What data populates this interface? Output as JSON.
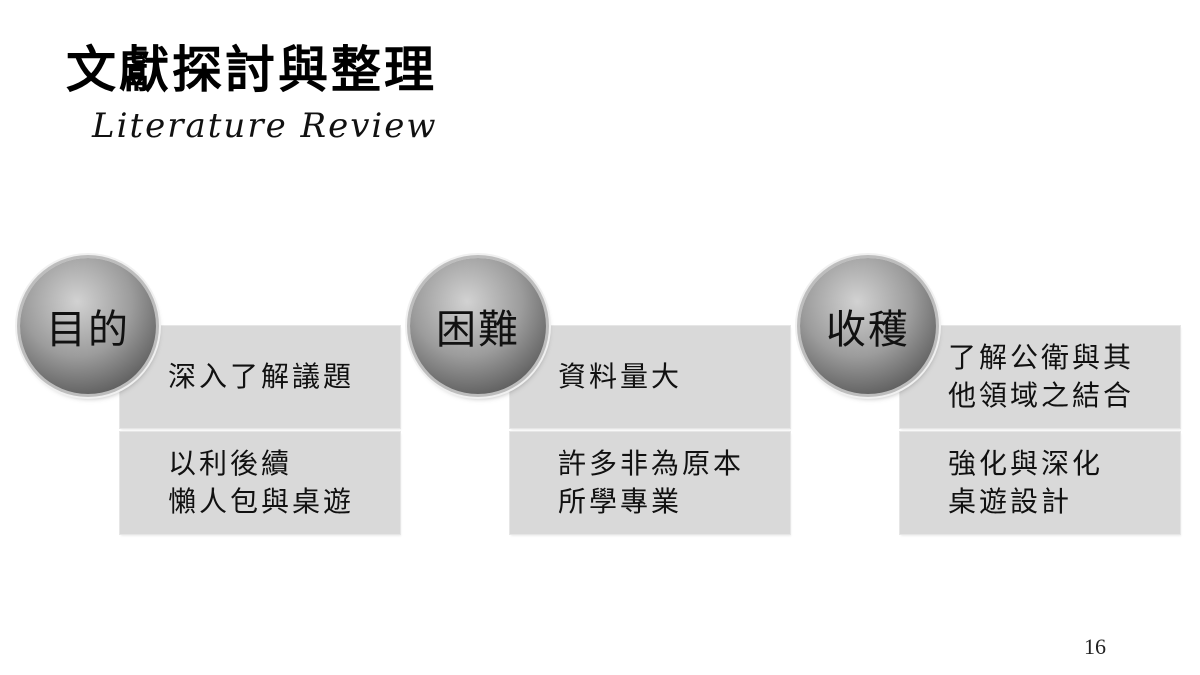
{
  "slide": {
    "title": "文獻探討與整理",
    "subtitle": "Literature Review",
    "page_number": "16"
  },
  "groups": [
    {
      "label": "目的",
      "top_text": "深入了解議題",
      "bottom_text": "以利後續\n懶人包與桌遊"
    },
    {
      "label": "困難",
      "top_text": "資料量大",
      "bottom_text": "許多非為原本\n所學專業"
    },
    {
      "label": "收穫",
      "top_text": "了解公衛與其\n他領域之結合",
      "bottom_text": "強化與深化\n桌遊設計"
    }
  ]
}
